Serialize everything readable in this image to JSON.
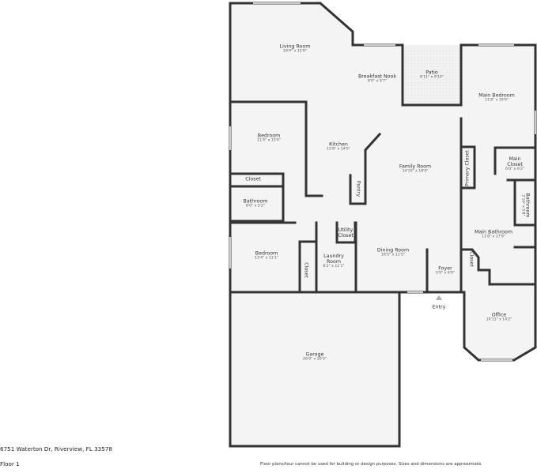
{
  "rooms": {
    "living_room": {
      "name": "Living Room",
      "dims": "19'4\" x 15'9\""
    },
    "breakfast_nook": {
      "name": "Breakfast Nook",
      "dims": "8'0\" x 9'7\""
    },
    "patio": {
      "name": "Patio",
      "dims": "8'11\" x 9'10\""
    },
    "main_bedroom": {
      "name": "Main Bedroom",
      "dims": "11'8\" x 19'9\""
    },
    "bedroom_1": {
      "name": "Bedroom",
      "dims": "11'4\" x 13'4\""
    },
    "kitchen": {
      "name": "Kitchen",
      "dims": "15'8\" x 14'5\""
    },
    "family_room": {
      "name": "Family Room",
      "dims": "14'10\" x 18'0\""
    },
    "primary_closet": {
      "name": "Primary Closet"
    },
    "main_closet": {
      "name": "Main Closet",
      "dims": "6'0\" x 6'2\""
    },
    "closet_1": {
      "name": "Closet"
    },
    "pantry": {
      "name": "Pantry"
    },
    "bathroom_1": {
      "name": "Bathroom",
      "dims": "8'0\" x 5'2\""
    },
    "bathroom_2": {
      "name": "Bathroom",
      "dims": "2'10\" x 5'8\""
    },
    "utility_closet": {
      "name": "Utility Closet"
    },
    "main_bathroom": {
      "name": "Main Bathroom",
      "dims": "11'8\" x 17'9\""
    },
    "bedroom_2": {
      "name": "Bedroom",
      "dims": "13'4\" x 11'1\""
    },
    "laundry_room": {
      "name": "Laundry Room",
      "dims": "6'2\" x 11'1\""
    },
    "dining_room": {
      "name": "Dining Room",
      "dims": "16'5\" x 11'5\""
    },
    "closet_2": {
      "name": "Closet"
    },
    "closet_3": {
      "name": "Closet"
    },
    "foyer": {
      "name": "Foyer",
      "dims": "5'9\" x 6'9\""
    },
    "entry": {
      "name": "Entry"
    },
    "office": {
      "name": "Office",
      "dims": "10'11\" x 14'2\""
    },
    "garage": {
      "name": "Garage",
      "dims": "26'9\" x 20'3\""
    }
  },
  "footer": {
    "address": "6751 Waterton Dr, Riverview, FL 33578",
    "floor": "Floor 1",
    "disclaimer": "Floor plans/tour cannot be used for building or design purposes. Sizes and dimensions are approximate."
  },
  "colors": {
    "wall": "#333333",
    "floor": "#f4f4f4",
    "window": "#cfcfcf"
  }
}
